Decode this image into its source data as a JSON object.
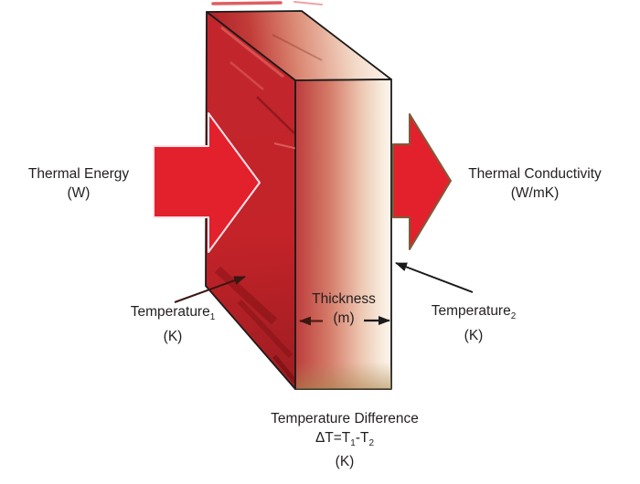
{
  "title": "Thermal conductivity of a material slab diagram",
  "colors": {
    "background": "#ffffff",
    "arrow_red": "#e2212c",
    "left_arrow_outline": "#ffe3ea",
    "right_arrow_outline": "#7e5c3a",
    "slab_front_red": "#c32329",
    "slab_gradient_light": "#fcf5ec",
    "slab_edge": "#1c1a1a",
    "text": "#231f20",
    "annotation_black": "#1a1a1a",
    "annotation_maroon": "#4a1b14"
  },
  "labels": {
    "thermal_energy": {
      "line1": "Thermal Energy",
      "line2": "(W)"
    },
    "thermal_conductivity": {
      "line1": "Thermal Conductivity",
      "line2": "(W/mK)"
    },
    "temperature1": {
      "main": "Temperature",
      "sub": "1",
      "unit": "(K)"
    },
    "temperature2": {
      "main": "Temperature",
      "sub": "2",
      "unit": "(K)"
    },
    "thickness": {
      "line1": "Thickness",
      "line2": "(m)"
    },
    "temperature_difference": {
      "line1": "Temperature Difference",
      "eq_pre": "ΔT=T",
      "eq_sub1": "1",
      "eq_mid": "-T",
      "eq_sub2": "2",
      "line3": "(K)"
    }
  }
}
